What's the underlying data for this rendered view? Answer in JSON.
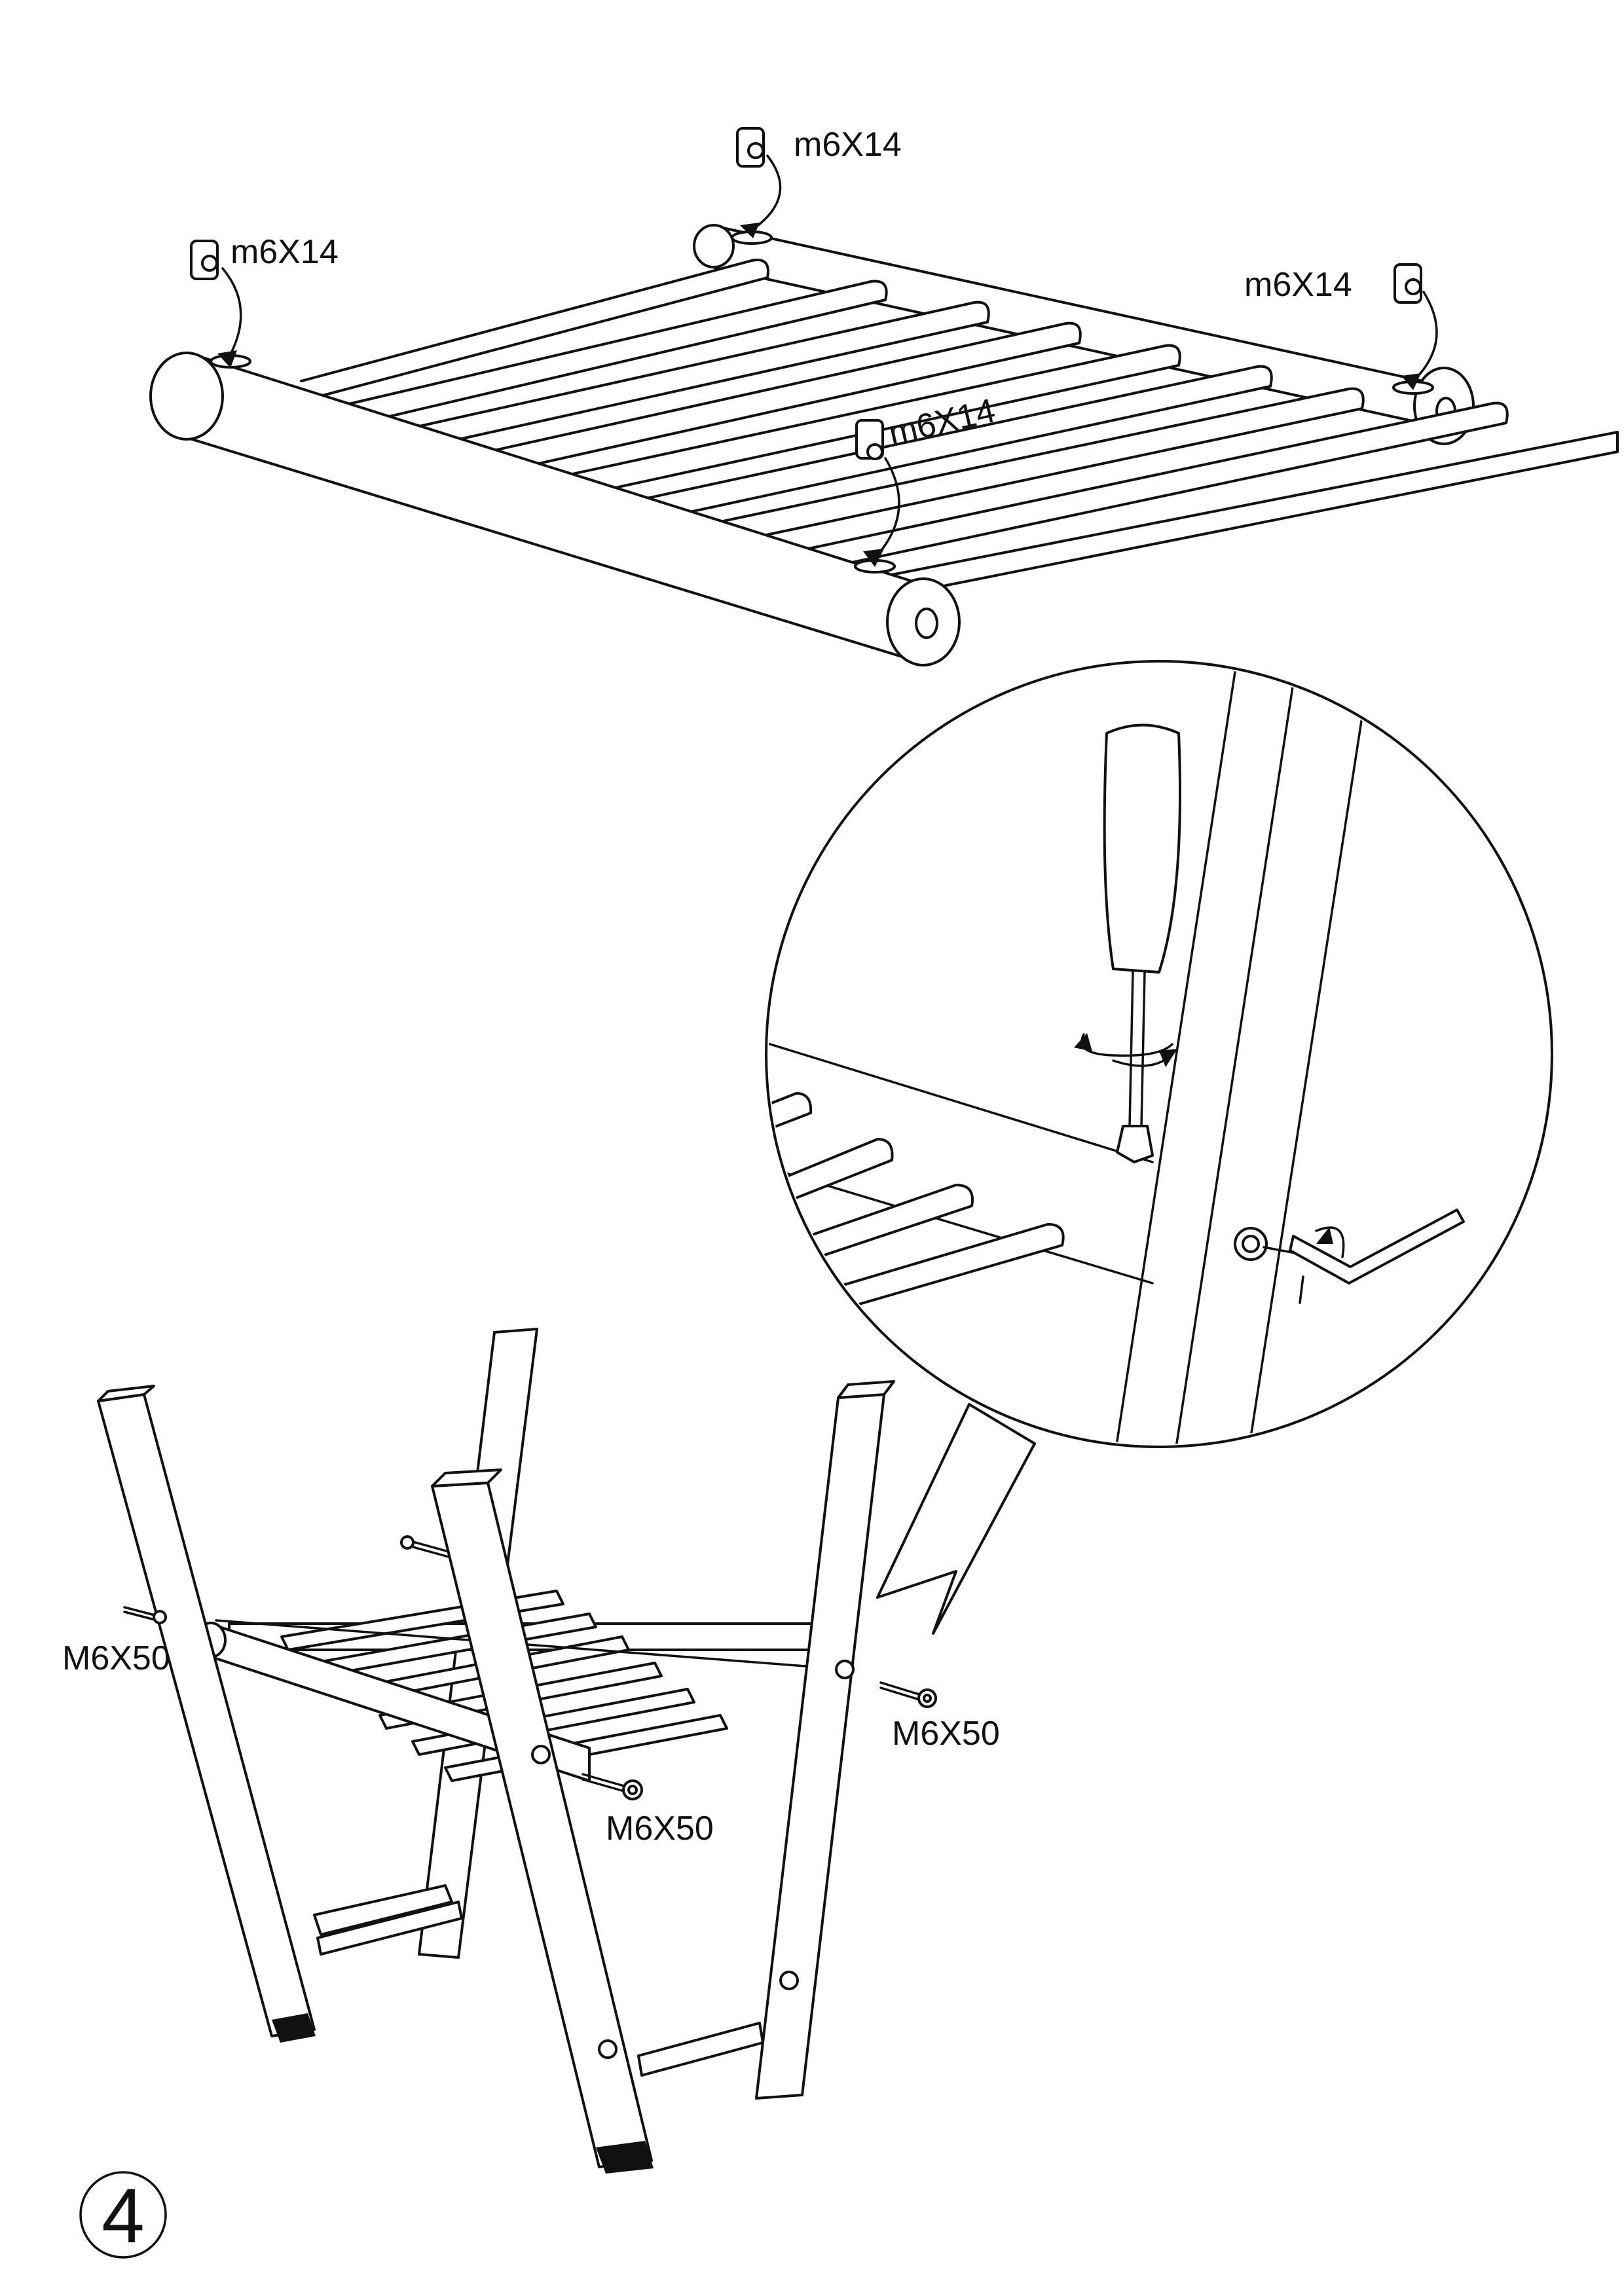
{
  "diagram": {
    "step_number": "4",
    "top_assembly": {
      "barrel_nut_labels": [
        "m6X14",
        "m6X14",
        "m6X14",
        "m6X14"
      ]
    },
    "bottom_assembly": {
      "bolt_labels": [
        "M6X50",
        "M6X50",
        "M6X50"
      ]
    },
    "detail_view": {
      "tools": [
        "screwdriver-icon",
        "hex-key-icon"
      ]
    }
  },
  "colors": {
    "line": "#111111",
    "background": "#ffffff"
  }
}
